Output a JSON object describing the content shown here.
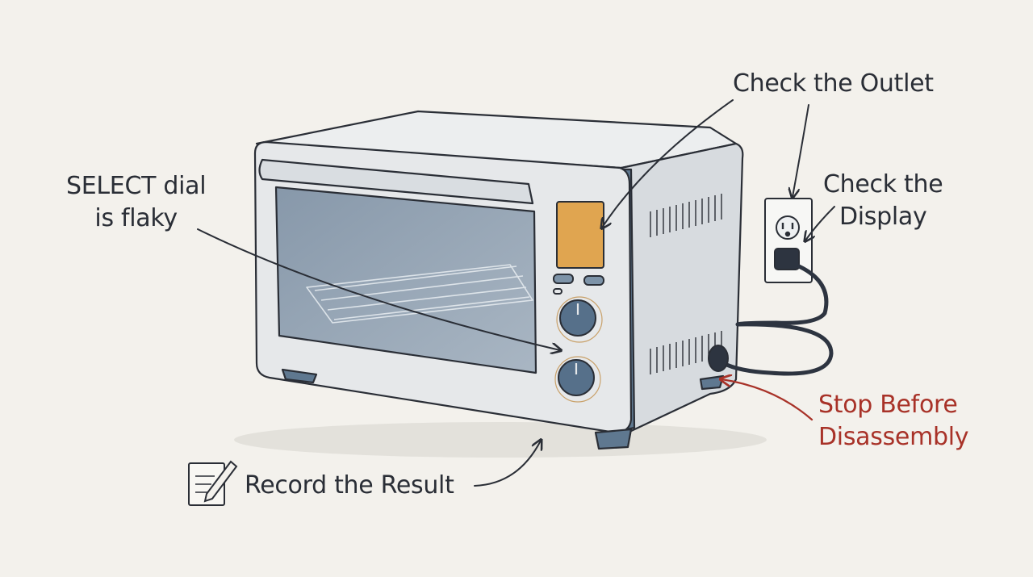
{
  "annotations": {
    "check_outlet": "Check the Outlet",
    "check_display": [
      "Check the",
      "Display"
    ],
    "select_dial": [
      "SELECT dial",
      "is flaky"
    ],
    "stop_before": [
      "Stop Before",
      "Disassembly"
    ],
    "record_result": "Record the Result"
  },
  "icons": {
    "notepad": "notepad-pencil-icon"
  },
  "colors": {
    "background": "#f3f1ec",
    "ink": "#2a2e36",
    "oven_body": "#e4e6e8",
    "oven_trim": "#5f7890",
    "door_glass": "#9aa9b8",
    "display_panel": "#e0a550",
    "warning": "#a83228"
  }
}
